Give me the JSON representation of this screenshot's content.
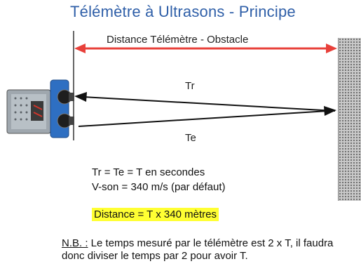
{
  "title": "Télémètre à Ultrasons - Principe",
  "distance_label": "Distance Télémètre - Obstacle",
  "signal_return_label": "Tr",
  "signal_emit_label": "Te",
  "equations": {
    "line1": "Tr = Te = T en secondes",
    "line2": "V-son = 340 m/s (par défaut)"
  },
  "distance_formula": "Distance = T x 340 mètres",
  "note": {
    "prefix": "N.B. :",
    "text": " Le temps mesuré par le télémètre est 2 x T, il faudra donc diviser le temps par 2 pour avoir T."
  },
  "colors": {
    "title": "#2f5fa8",
    "distance_arrow": "#e8403a",
    "highlight": "#ffff33"
  }
}
